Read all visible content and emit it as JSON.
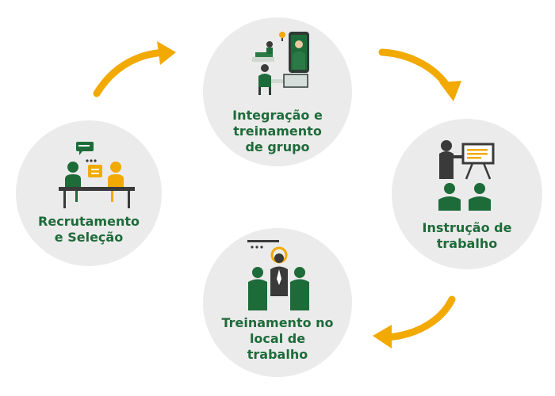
{
  "colors": {
    "accent_green": "#1e6b3a",
    "accent_yellow": "#f2a900",
    "dark_gray": "#3a3a3a",
    "circle_bg": "#ebebeb"
  },
  "steps": [
    {
      "id": "recruitment",
      "lines": [
        "Recrutamento",
        "e Seleção"
      ],
      "icon": "interview-icon"
    },
    {
      "id": "integration",
      "lines": [
        "Integração e",
        "treinamento",
        "de grupo"
      ],
      "icon": "online-training-icon"
    },
    {
      "id": "instruction",
      "lines": [
        "Instrução de",
        "trabalho"
      ],
      "icon": "presentation-icon"
    },
    {
      "id": "onsite",
      "lines": [
        "Treinamento no",
        "local de",
        "trabalho"
      ],
      "icon": "team-leader-icon"
    }
  ],
  "arrows": [
    "arrow-recruitment-to-integration",
    "arrow-integration-to-instruction",
    "arrow-instruction-to-onsite"
  ]
}
